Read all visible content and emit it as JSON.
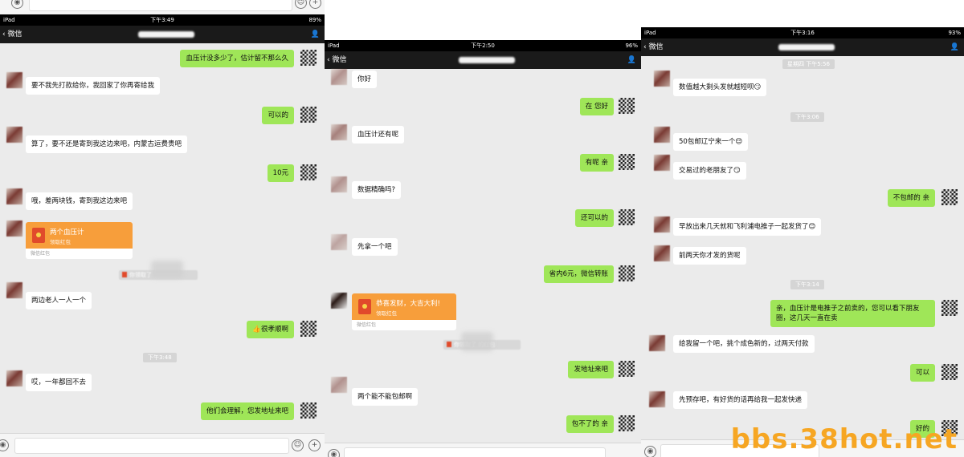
{
  "panel1": {
    "status": {
      "left": "iPad",
      "time": "下午3:49",
      "battery": "89%"
    },
    "nav_back": "微信",
    "timestamp_1": "下午3:48",
    "messages": {
      "m1": "血压计没多少了，估计留不那么久",
      "m2": "要不我先打款给你，我回家了你再寄给我",
      "m3": "可以的",
      "m4": "算了，要不还是寄到我这边来吧，内蒙古运费贵吧",
      "m5": "10元",
      "m6": "哦，差两块钱，寄到我这边来吧",
      "m8": "两边老人一人一个",
      "m9": "👍很孝顺啊",
      "m10": "哎，一年都回不去",
      "m11": "他们会理解，您发地址来吧"
    },
    "red_packet": {
      "title": "两个血压计",
      "sub": "领取红包",
      "foot": "微信红包"
    },
    "sysnote": "你领取了"
  },
  "panel2": {
    "status": {
      "left": "iPad",
      "time": "下午2:50",
      "battery": "96%"
    },
    "nav_back": "微信",
    "messages": {
      "m1": "你好",
      "m2": "在 您好",
      "m3": "血压计还有呢",
      "m4": "有呢 亲",
      "m5": "数据精确吗?",
      "m6": "还可以的",
      "m7": "先拿一个吧",
      "m8": "省内6元，微信转账",
      "m10": "发地址来吧",
      "m11": "两个能不能包邮啊",
      "m12": "包不了的 亲"
    },
    "red_packet": {
      "title": "恭喜发财，大吉大利!",
      "sub": "领取红包",
      "foot": "微信红包"
    },
    "sysnote": "你领取了 的红包"
  },
  "panel3": {
    "status": {
      "left": "iPad",
      "time": "下午3:16",
      "battery": "93%"
    },
    "nav_back": "微信",
    "timestamp_1": "星期四 下午5:56",
    "timestamp_2": "下午3:06",
    "timestamp_3": "下午3:14",
    "messages": {
      "m1": "数值越大剩头发就越短呗😏",
      "m2": "50包邮辽宁来一个😌",
      "m3": "交易过的老朋友了😏",
      "m4": "不包邮的 亲",
      "m5": "早放出来几天就和飞利浦电推子一起发货了😊",
      "m6": "前两天你才发的货呢",
      "m7": "亲，血压计是电推子之前卖的，您可以看下朋友圈，这几天一直在卖",
      "m8": "给我留一个吧，挑个成色新的，过两天付款",
      "m9": "可以",
      "m10": "先预存吧，有好货的话再给我一起发快递",
      "m11": "好的"
    }
  },
  "watermark": "bbs.38hot.net",
  "colors": {
    "bubble_out": "#9fe658",
    "chat_bg": "#ebebeb",
    "red_packet": "#f79e3b",
    "watermark": "#f6a623"
  }
}
